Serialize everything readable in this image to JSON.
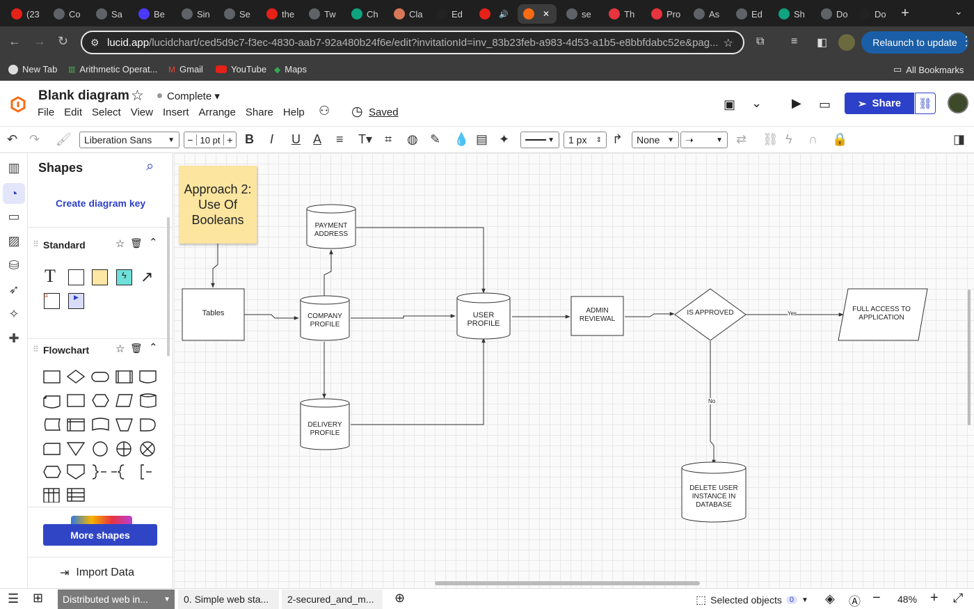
{
  "browser": {
    "tabs": [
      {
        "label": "(23",
        "color": "#e62117"
      },
      {
        "label": "Co",
        "color": "#5f6368"
      },
      {
        "label": "Sa",
        "color": "#5f6368"
      },
      {
        "label": "Be",
        "color": "#4a3aff"
      },
      {
        "label": "Sin",
        "color": "#5f6368"
      },
      {
        "label": "Se",
        "color": "#5f6368"
      },
      {
        "label": "the",
        "color": "#e62117"
      },
      {
        "label": "Tw",
        "color": "#5f6368"
      },
      {
        "label": "Ch",
        "color": "#10a37f"
      },
      {
        "label": "Cla",
        "color": "#d97757"
      },
      {
        "label": "Ed",
        "color": "#222"
      },
      {
        "label": "",
        "color": "#e62117"
      },
      {
        "label": "",
        "color": "#f96b13"
      },
      {
        "label": "se",
        "color": "#5f6368"
      },
      {
        "label": "Th",
        "color": "#e8343e"
      },
      {
        "label": "Pro",
        "color": "#e8343e"
      },
      {
        "label": "As",
        "color": "#5f6368"
      },
      {
        "label": "Ed",
        "color": "#5f6368"
      },
      {
        "label": "Sh",
        "color": "#10a37f"
      },
      {
        "label": "Do",
        "color": "#5f6368"
      },
      {
        "label": "Do",
        "color": "#222"
      }
    ],
    "url_host": "lucid.app",
    "url_path": "/lucidchart/ced5d9c7-f3ec-4830-aab7-92a480b24f6e/edit?invitationId=inv_83b23feb-a983-4d53-a1b5-e8bbfdabc52e&pag...",
    "relaunch_label": "Relaunch to update",
    "bookmarks": [
      "New Tab",
      "Arithmetic Operat...",
      "Gmail",
      "YouTube",
      "Maps"
    ],
    "all_bookmarks": "All Bookmarks"
  },
  "app": {
    "doc_title": "Blank diagram",
    "status": "Complete",
    "menu": [
      "File",
      "Edit",
      "Select",
      "View",
      "Insert",
      "Arrange",
      "Share",
      "Help"
    ],
    "saved": "Saved",
    "share_label": "Share"
  },
  "toolbar": {
    "font": "Liberation Sans",
    "font_size": "10 pt",
    "line_width": "1 px",
    "arrow_start": "None"
  },
  "panel": {
    "title": "Shapes",
    "create_key": "Create diagram key",
    "standard": "Standard",
    "flowchart": "Flowchart",
    "more_shapes": "More shapes",
    "import_data": "Import Data"
  },
  "diagram": {
    "sticky": "Approach 2: Use Of Booleans",
    "tables": "Tables",
    "payment": "PAYMENT ADDRESS",
    "company": "COMPANY PROFILE",
    "user": "USER PROFILE",
    "delivery": "DELIVERY PROFILE",
    "admin": "ADMIN REVIEWAL",
    "approved": "IS APPROVED",
    "full_access": "FULL ACCESS TO APPLICATION",
    "delete_user": "DELETE USER INSTANCE IN DATABASE",
    "yes": "Yes",
    "no": "No"
  },
  "footer": {
    "page_active": "Distributed web in...",
    "page2": "0. Simple web sta...",
    "page3": "2-secured_and_m...",
    "selected_objects": "Selected objects",
    "selected_count": "0",
    "zoom": "48%"
  }
}
